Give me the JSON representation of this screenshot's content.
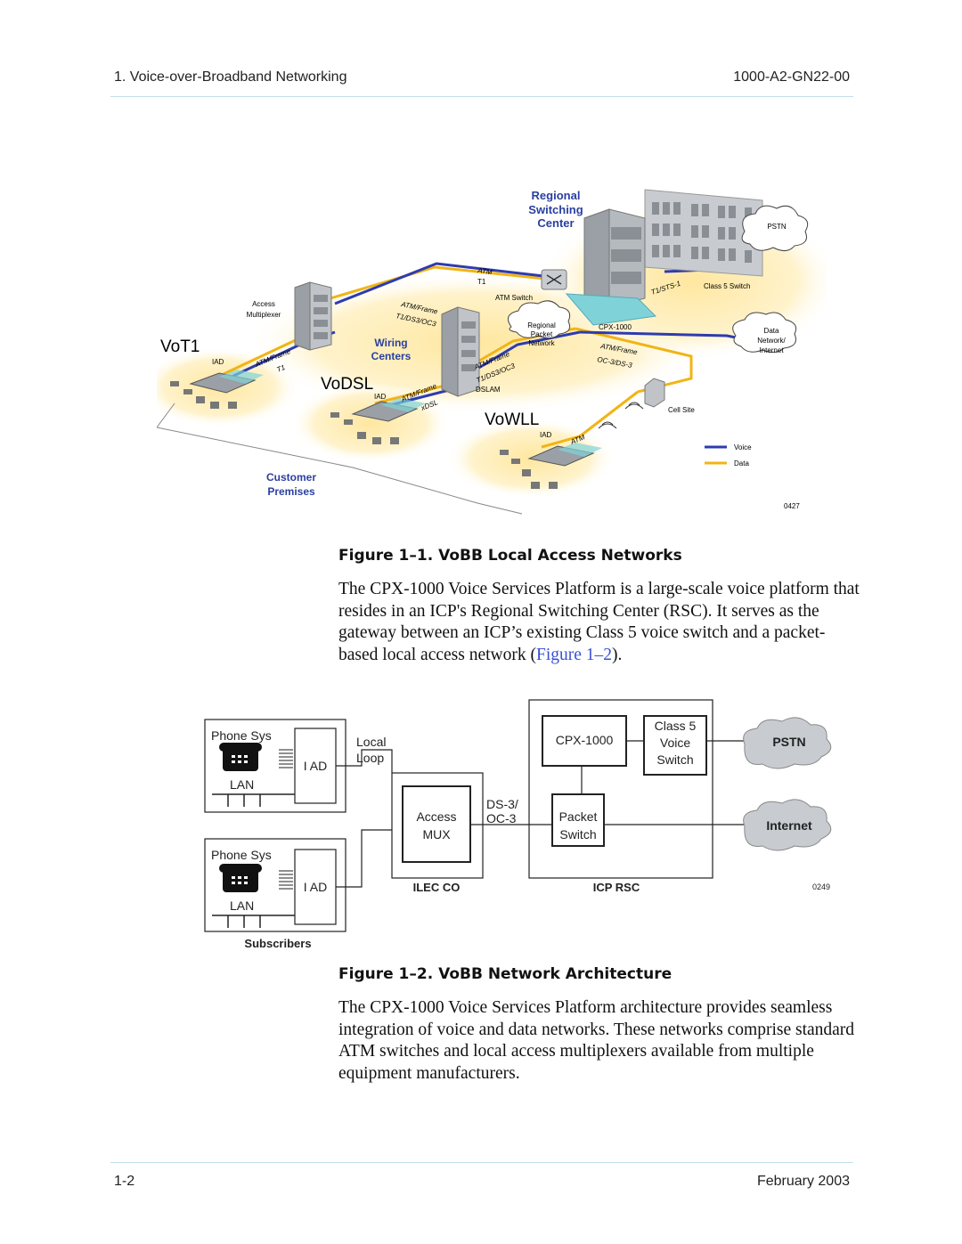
{
  "header": {
    "chapter": "1. Voice-over-Broadband Networking",
    "doc_number": "1000-A2-GN22-00"
  },
  "figure1": {
    "regional_l1": "Regional",
    "regional_l2": "Switching",
    "regional_l3": "Center",
    "pstn": "PSTN",
    "atm": "ATM",
    "t1": "T1",
    "atm_switch": "ATM Switch",
    "t1_sts1": "T1/STS-1",
    "class5_switch": "Class 5 Switch",
    "access_mux_l1": "Access",
    "access_mux_l2": "Multiplexer",
    "atm_frame": "ATM/Frame",
    "t1_ds3_oc3": "T1/DS3/OC3",
    "rpn_l1": "Regional",
    "rpn_l2": "Packet",
    "rpn_l3": "Network",
    "cpx1000": "CPX-1000",
    "data_net_l1": "Data",
    "data_net_l2": "Network/",
    "data_net_l3": "Internet",
    "vot1": "VoT1",
    "iad": "IAD",
    "wiring_l1": "Wiring",
    "wiring_l2": "Centers",
    "oc3_ds3": "OC-3/DS-3",
    "vodsl": "VoDSL",
    "xdsl": "xDSL",
    "dslam": "DSLAM",
    "cell_site": "Cell Site",
    "vowll": "VoWLL",
    "voice": "Voice",
    "data": "Data",
    "customer_l1": "Customer",
    "customer_l2": "Premises",
    "fig_id": "0427"
  },
  "caption1": {
    "label": "Figure 1–1.",
    "title": "VoBB Local Access Networks"
  },
  "para1": {
    "text": "The CPX-1000 Voice Services Platform is a large-scale voice platform that resides in an ICP's Regional Switching Center (RSC). It serves as the gateway between an ICP’s existing Class 5 voice switch and a packet-based local access network (",
    "link": "Figure 1–2",
    "tail": ")."
  },
  "figure2": {
    "phone_sys": "Phone Sys",
    "iad": "I AD",
    "lan": "LAN",
    "local": "Local",
    "loop": "Loop",
    "access": "Access",
    "mux": "MUX",
    "ds3": "DS-3/",
    "oc3": "OC-3",
    "cpx1000": "CPX-1000",
    "class5_l1": "Class 5",
    "class5_l2": "Voice",
    "class5_l3": "Switch",
    "packet_l1": "Packet",
    "packet_l2": "Switch",
    "pstn": "PSTN",
    "internet": "Internet",
    "ilec_co": "ILEC CO",
    "icp_rsc": "ICP RSC",
    "subscribers": "Subscribers",
    "fig_id": "0249"
  },
  "caption2": {
    "label": "Figure 1–2.",
    "title": "VoBB Network Architecture"
  },
  "para2": {
    "text": "The CPX-1000 Voice Services Platform architecture provides seamless integration of voice and data networks. These networks comprise standard ATM switches and local access multiplexers available from multiple equipment manufacturers."
  },
  "footer": {
    "page": "1-2",
    "date": "February 2003"
  },
  "colors": {
    "voice_line": "#2e3bb0",
    "data_line": "#f2b414",
    "link": "#3a4fd6",
    "rule": "#bfe0ea",
    "blue_text": "#2a3fa0"
  }
}
